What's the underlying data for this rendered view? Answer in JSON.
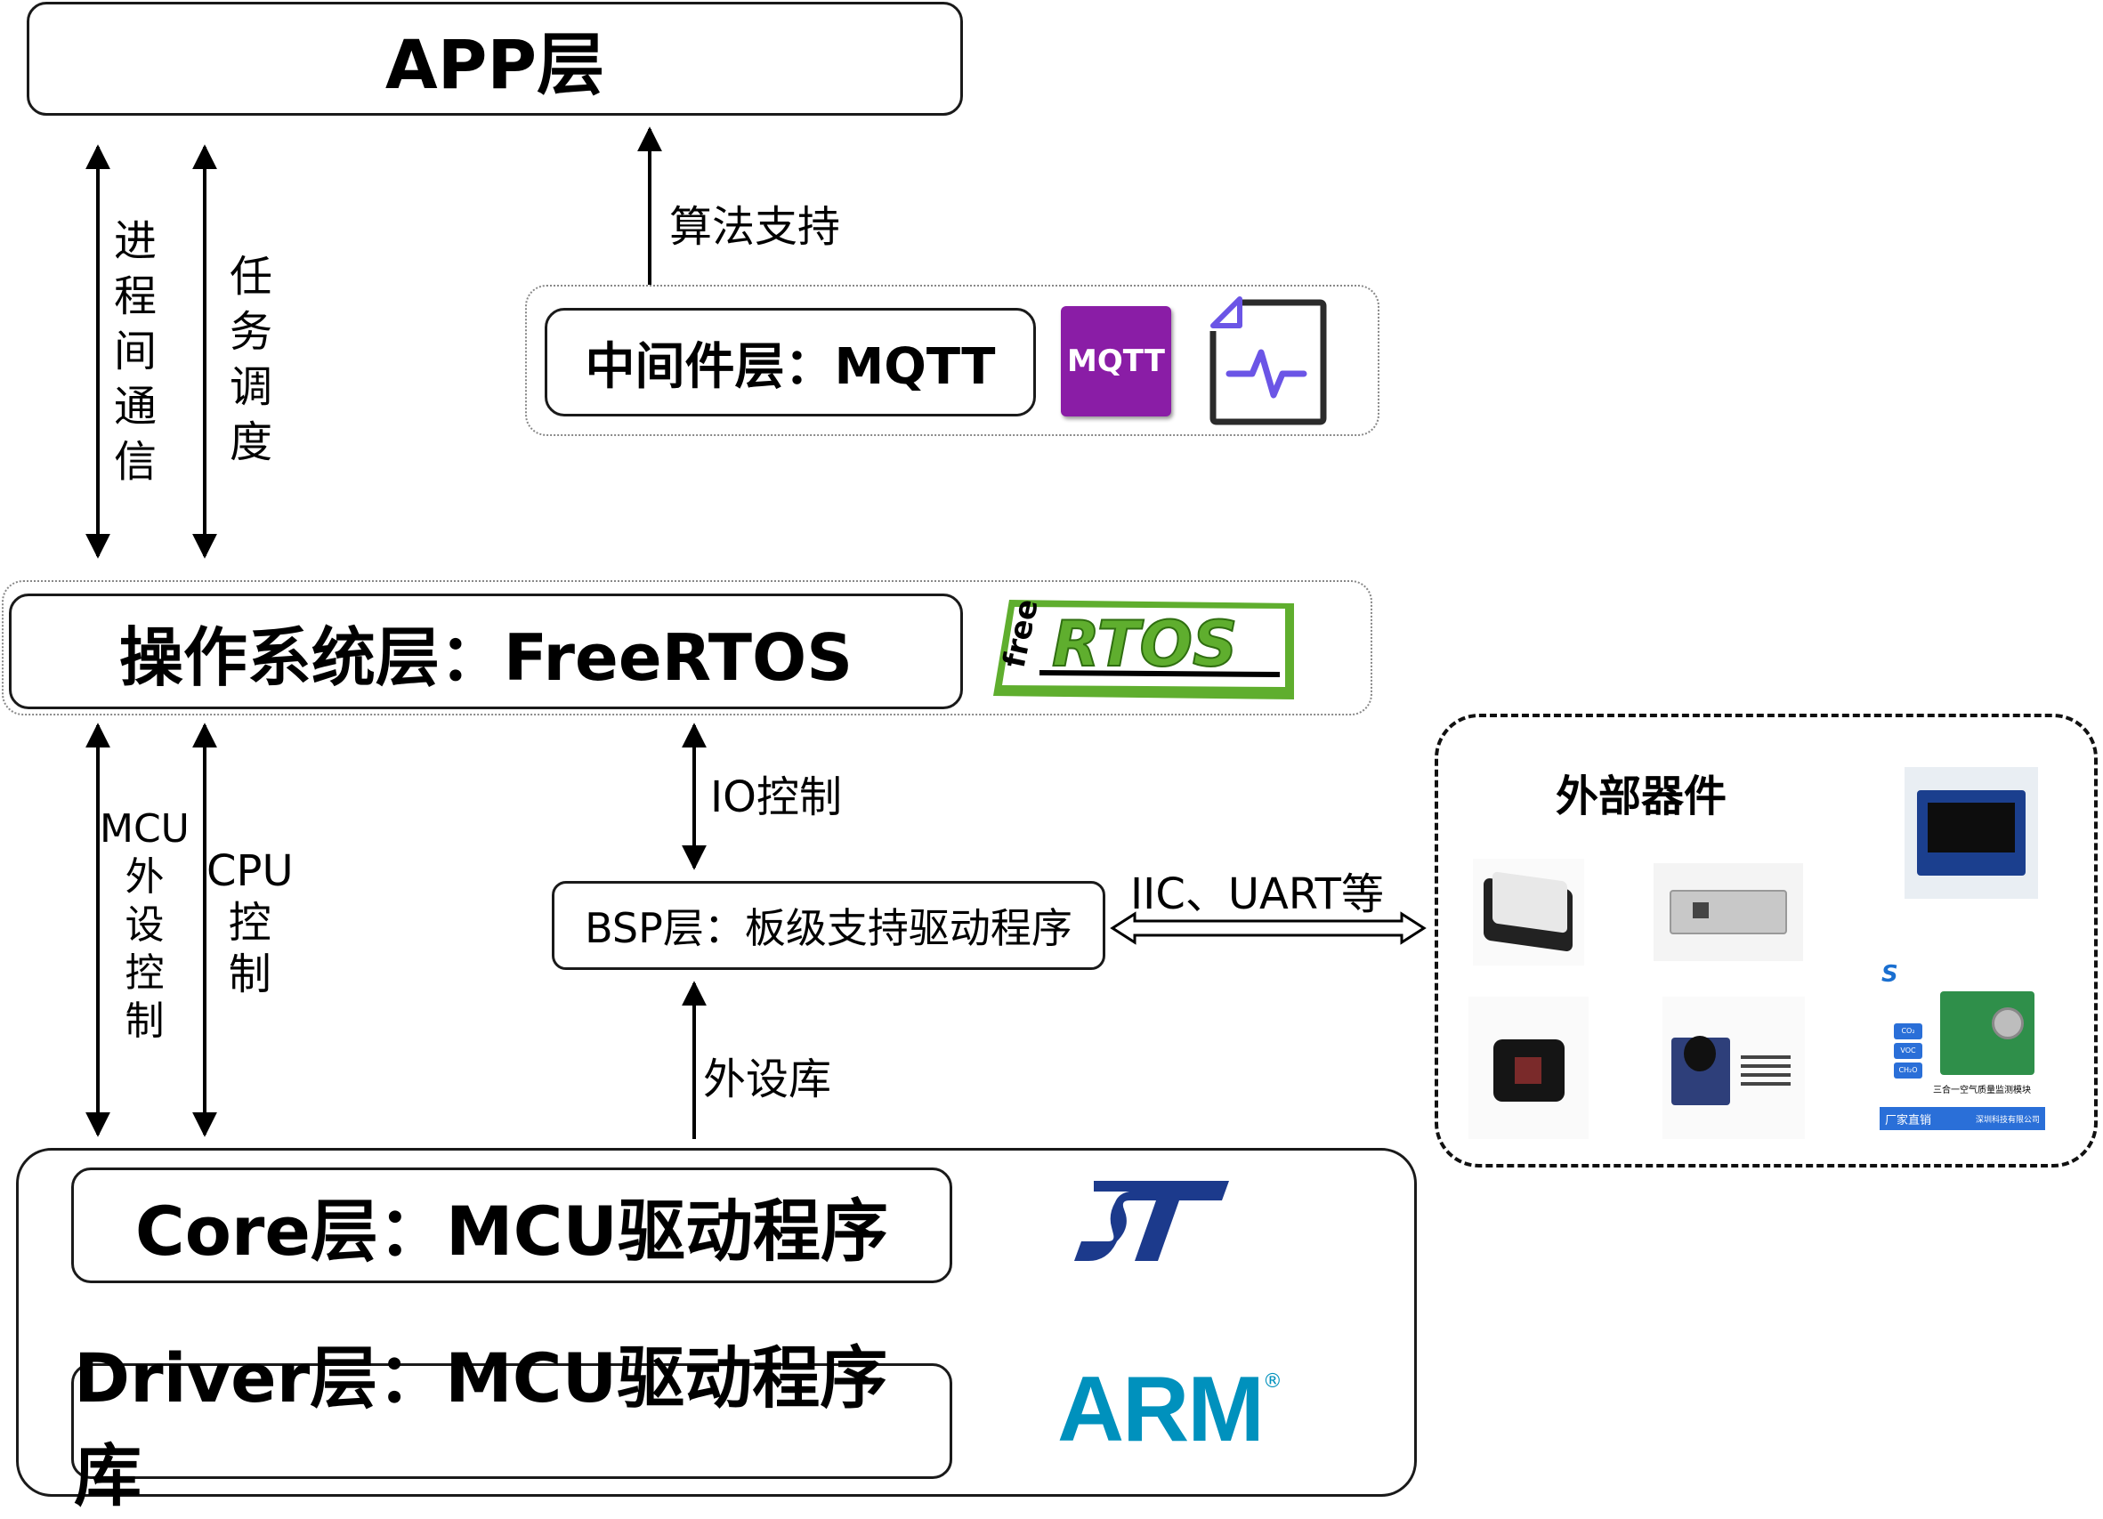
{
  "layers": {
    "app": "APP层",
    "middleware": "中间件层：MQTT",
    "os": "操作系统层：FreeRTOS",
    "bsp": "BSP层：板级支持驱动程序",
    "core": "Core层：MCU驱动程序",
    "driver": "Driver层：MCU驱动程序库"
  },
  "arrows": {
    "ipc": [
      "进",
      "程",
      "间",
      "通",
      "信"
    ],
    "sched": [
      "任",
      "务",
      "调",
      "度"
    ],
    "algo": "算法支持",
    "io": "IO控制",
    "mcu_ctrl": [
      "MCU",
      "外",
      "设",
      "控",
      "制"
    ],
    "cpu_ctrl": [
      "CPU",
      "控",
      "制"
    ],
    "periph_lib": "外设库",
    "bus": "IIC、UART等"
  },
  "external": {
    "title": "外部器件"
  },
  "logos": {
    "mqtt": "MQTT",
    "rtos_free": "free",
    "rtos_main": "RTOS",
    "arm": "ARM",
    "arm_reg": "®",
    "sensor_brand": "S",
    "sensor_rows": [
      "CO₂",
      "VOC",
      "CH₂O"
    ],
    "sensor_caption": "三合一空气质量监测模块",
    "sensor_banner": "厂家直销",
    "sensor_company": "深圳科技有限公司"
  },
  "colors": {
    "mqtt_purple": "#8a1da6",
    "rtos_green": "#5fae2e",
    "st_blue": "#1c3a8c",
    "arm_blue": "#0091bd",
    "ai_icon_purple": "#6b55e6"
  }
}
